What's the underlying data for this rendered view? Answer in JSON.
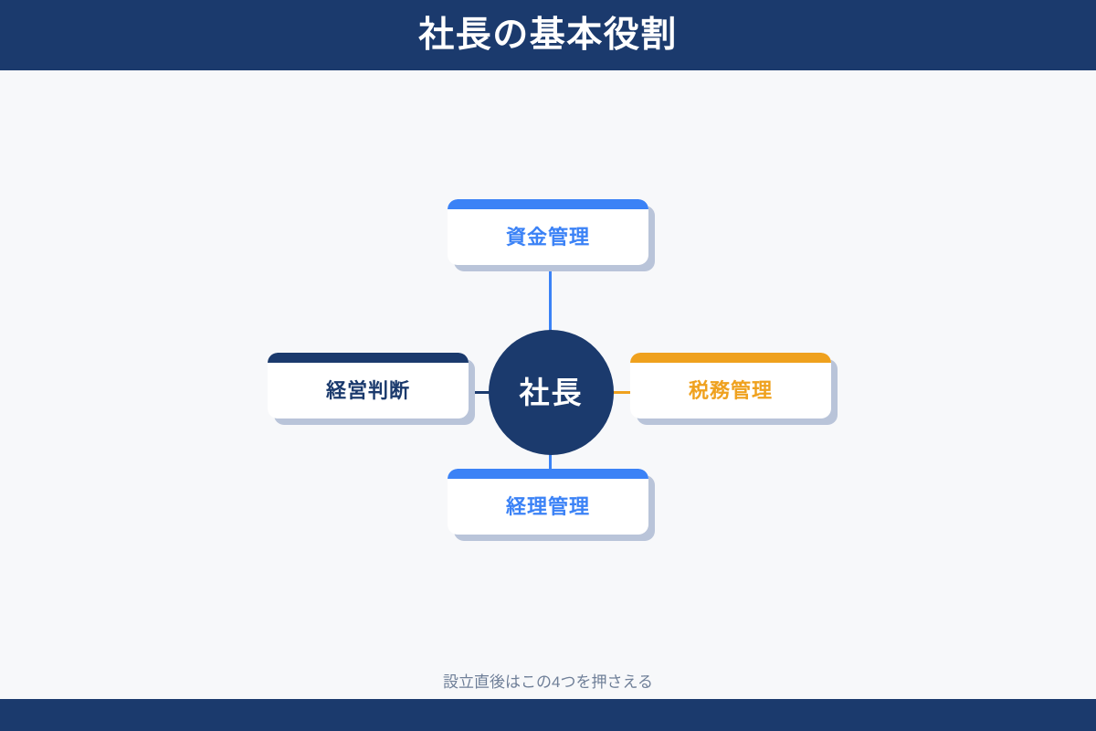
{
  "header": {
    "title": "社長の基本役割"
  },
  "diagram": {
    "center": {
      "label": "社長",
      "fill_color": "#1b3a6d",
      "text_color": "#ffffff"
    },
    "nodes": [
      {
        "id": "shikin-kanri",
        "label": "資金管理",
        "position": "top",
        "accent_color": "#3b82f6",
        "text_color": "#3b82f6",
        "connector_color": "#3b82f6"
      },
      {
        "id": "zeimu-kanri",
        "label": "税務管理",
        "position": "right",
        "accent_color": "#efa11e",
        "text_color": "#efa11e",
        "connector_color": "#efa11e"
      },
      {
        "id": "keiri-kanri",
        "label": "経理管理",
        "position": "bottom",
        "accent_color": "#3b82f6",
        "text_color": "#3b82f6",
        "connector_color": "#3b82f6"
      },
      {
        "id": "keiei-handan",
        "label": "経営判断",
        "position": "left",
        "accent_color": "#1b3a6d",
        "text_color": "#1b3a6d",
        "connector_color": "#1b3a6d"
      }
    ]
  },
  "caption": {
    "text": "設立直後はこの4つを押さえる",
    "color": "#6f7f98"
  },
  "theme": {
    "background": "#f7f8fa",
    "navy": "#1b3a6d",
    "blue": "#3b82f6",
    "orange": "#efa11e",
    "card_shadow": "#b9c4d9",
    "card_background": "#ffffff"
  }
}
